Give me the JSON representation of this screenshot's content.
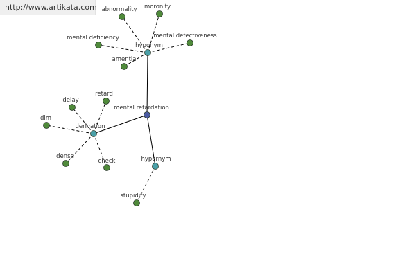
{
  "watermark": {
    "url": "http://www.artikata.com"
  },
  "colors": {
    "root_node": "#4a5aa0",
    "relation_node": "#4aa0a8",
    "leaf_node": "#4f8a3a",
    "edge": "#000000"
  },
  "graph": {
    "root": {
      "id": "mental-retardation",
      "label": "mental retardation",
      "kind": "root"
    },
    "relations": [
      {
        "id": "hyponym",
        "label": "hyponym",
        "kind": "relation",
        "children": [
          {
            "id": "abnormality",
            "label": "abnormality"
          },
          {
            "id": "moronity",
            "label": "moronity"
          },
          {
            "id": "mental-deficiency",
            "label": "mental deficiency"
          },
          {
            "id": "mental-defectiveness",
            "label": "mental defectiveness"
          },
          {
            "id": "amentia",
            "label": "amentia"
          }
        ]
      },
      {
        "id": "derivation",
        "label": "derivation",
        "kind": "relation",
        "children": [
          {
            "id": "delay",
            "label": "delay"
          },
          {
            "id": "retard",
            "label": "retard"
          },
          {
            "id": "dim",
            "label": "dim"
          },
          {
            "id": "dense",
            "label": "dense"
          },
          {
            "id": "check",
            "label": "check"
          }
        ]
      },
      {
        "id": "hypernym",
        "label": "hypernym",
        "kind": "relation",
        "children": [
          {
            "id": "stupidity",
            "label": "stupidity"
          }
        ]
      }
    ]
  }
}
